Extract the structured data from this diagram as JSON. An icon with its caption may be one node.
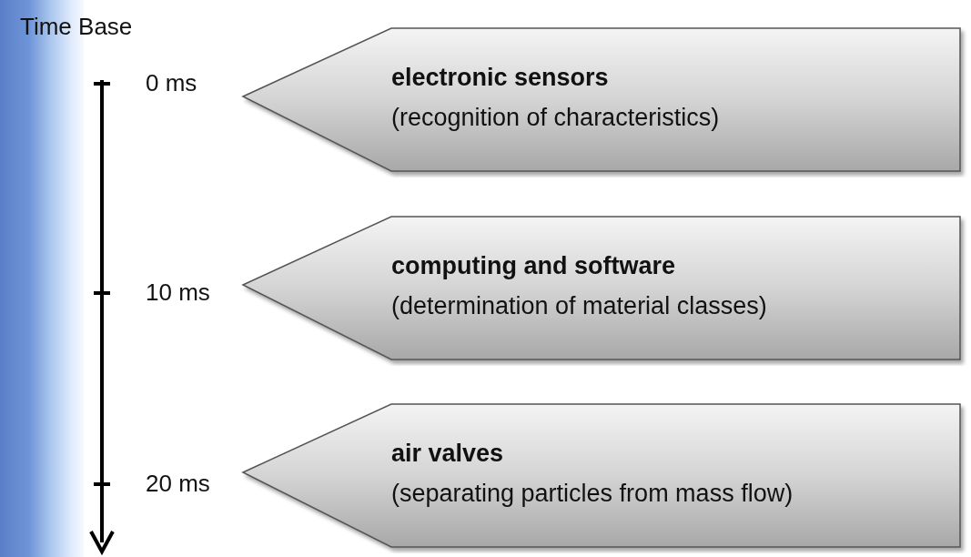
{
  "diagram": {
    "nodes": [
      {
        "text": [
          "electronic sensors",
          "(recognition of characteristics)"
        ]
      },
      {
        "text": [
          "computing and software",
          "(determination of material classes)"
        ]
      },
      {
        "text": [
          "air valves",
          "(separating particles from mass flow)"
        ]
      }
    ],
    "labels": [
      "Time Base",
      "0 ms",
      "10 ms",
      "20 ms"
    ]
  }
}
